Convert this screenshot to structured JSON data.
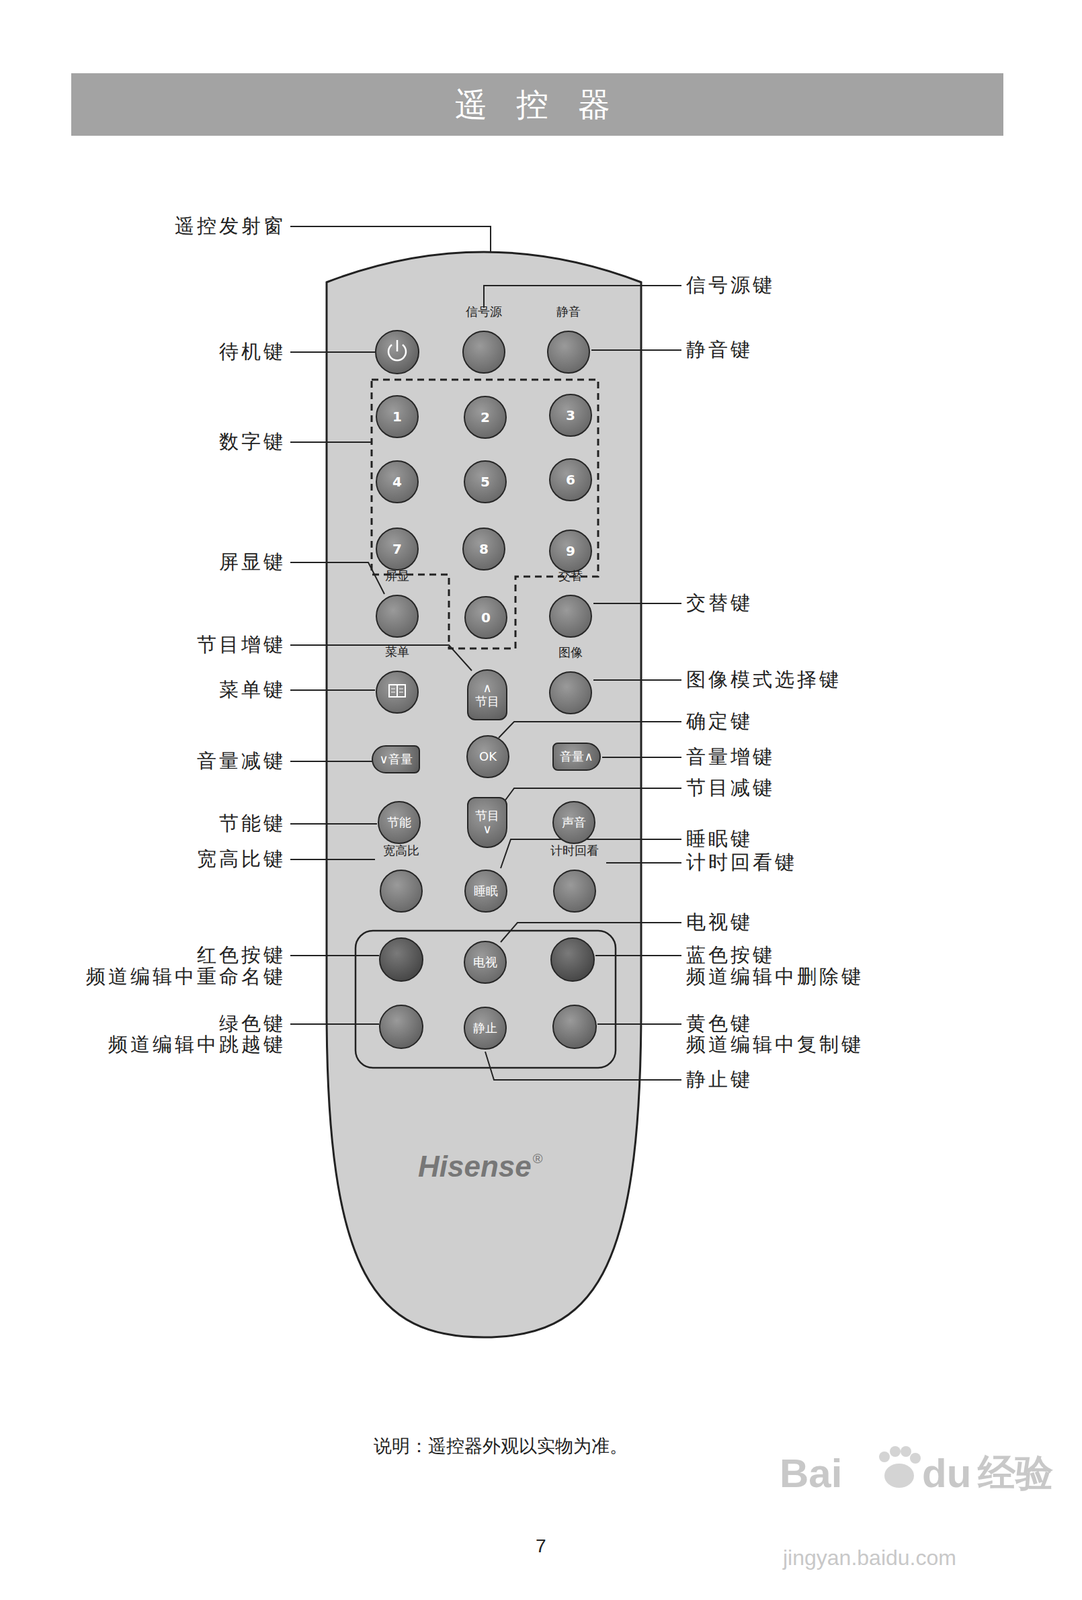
{
  "diagram": {
    "title": "遥 控 器",
    "caption": "说明：遥控器外观以实物为准。",
    "nodes": [
      {
        "text": [
          "信号源"
        ]
      },
      {
        "text": [
          "静音"
        ]
      },
      {
        "text": [
          "1"
        ]
      },
      {
        "text": [
          "2"
        ]
      },
      {
        "text": [
          "3"
        ]
      },
      {
        "text": [
          "4"
        ]
      },
      {
        "text": [
          "5"
        ]
      },
      {
        "text": [
          "6"
        ]
      },
      {
        "text": [
          "7"
        ]
      },
      {
        "text": [
          "8"
        ]
      },
      {
        "text": [
          "9"
        ]
      },
      {
        "text": [
          "屏显"
        ]
      },
      {
        "text": [
          "0"
        ]
      },
      {
        "text": [
          "交替"
        ]
      },
      {
        "text": [
          "∧",
          "节目"
        ]
      },
      {
        "text": [
          "菜单"
        ]
      },
      {
        "text": [
          "图像"
        ]
      },
      {
        "text": [
          "∨音量"
        ]
      },
      {
        "text": [
          "OK"
        ]
      },
      {
        "text": [
          "音量∧"
        ]
      },
      {
        "text": [
          "节目",
          "∨"
        ]
      },
      {
        "text": [
          "节能"
        ]
      },
      {
        "text": [
          "声音"
        ]
      },
      {
        "text": [
          "宽高比"
        ]
      },
      {
        "text": [
          "睡眠"
        ]
      },
      {
        "text": [
          "计时回看"
        ]
      },
      {
        "text": [
          "电视"
        ]
      },
      {
        "text": [
          "静止"
        ]
      }
    ],
    "labels": [
      "遥控发射窗",
      "信号源键",
      "待机键",
      "静音键",
      "数字键",
      "屏显键",
      "交替键",
      "节目增键",
      "图像模式选择键",
      "菜单键",
      "确定键",
      "音量减键",
      "音量增键",
      "节目减键",
      "节能键",
      "睡眠键",
      "宽高比键",
      "计时回看键",
      "电视键",
      "红色按键",
      "频道编辑中重命名键",
      "蓝色按键",
      "频道编辑中删除键",
      "绿色键",
      "频道编辑中跳越键",
      "黄色键",
      "频道编辑中复制键",
      "静止键",
      "Hisense",
      "®",
      "7",
      "Bai",
      "du",
      "经验",
      "jingyan.baidu.com"
    ]
  }
}
